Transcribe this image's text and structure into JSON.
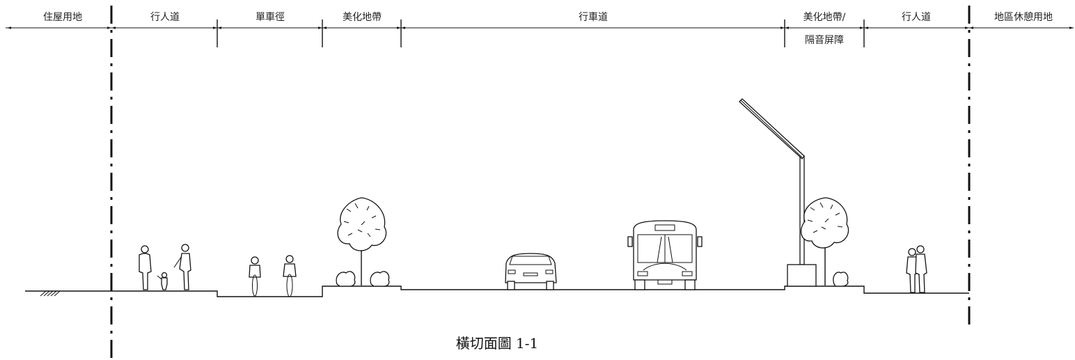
{
  "zones": {
    "residential": "住屋用地",
    "walkway_left": "行人道",
    "cycle_track": "單車徑",
    "amenity_left": "美化地帶",
    "carriageway": "行車道",
    "amenity_right_line1": "美化地帶/",
    "amenity_right_line2": "隔音屏障",
    "walkway_right": "行人道",
    "open_space": "地區休憩用地"
  },
  "caption": "橫切面圖 1-1",
  "icons": [
    "pedestrian-icon",
    "cyclist-icon",
    "tree-icon",
    "shrub-icon",
    "car-icon",
    "bus-icon",
    "street-lamp-icon",
    "noise-barrier-icon",
    "ground-hatch-icon"
  ]
}
